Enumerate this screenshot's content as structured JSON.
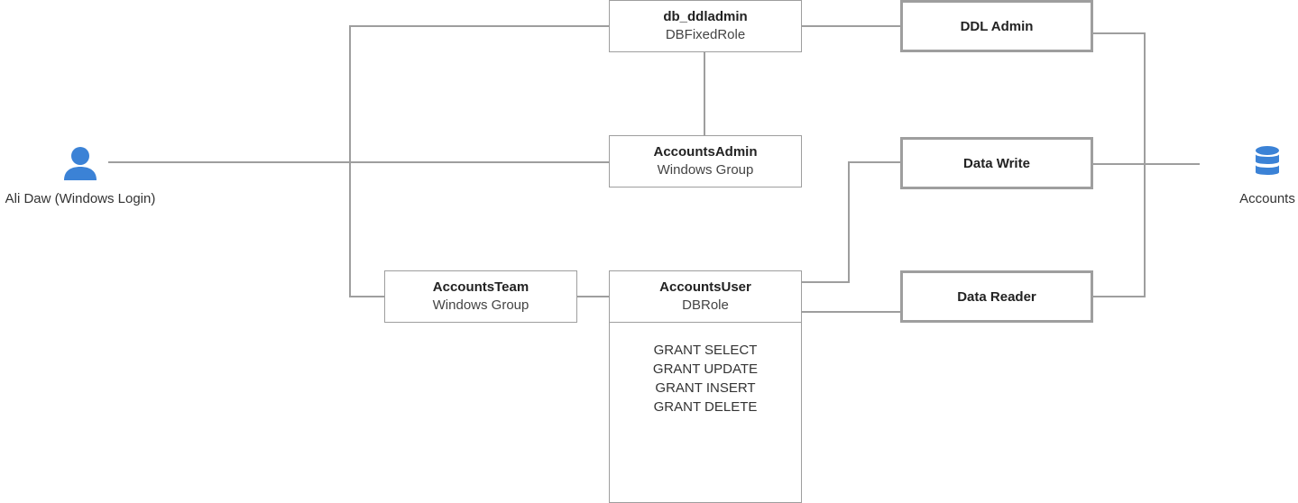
{
  "user": {
    "label": "Ali Daw (Windows Login)",
    "icon": "person-icon"
  },
  "database": {
    "label": "Accounts",
    "icon": "database-icon"
  },
  "nodes": {
    "db_ddladmin": {
      "title": "db_ddladmin",
      "sub": "DBFixedRole"
    },
    "accounts_admin": {
      "title": "AccountsAdmin",
      "sub": "Windows Group"
    },
    "accounts_team": {
      "title": "AccountsTeam",
      "sub": "Windows Group"
    },
    "accounts_user": {
      "title": "AccountsUser",
      "sub": "DBRole"
    }
  },
  "grants": [
    "GRANT SELECT",
    "GRANT UPDATE",
    "GRANT INSERT",
    "GRANT DELETE"
  ],
  "roles": {
    "ddl_admin": "DDL Admin",
    "data_write": "Data Write",
    "data_reader": "Data Reader"
  },
  "colors": {
    "line": "#9e9e9e",
    "icon": "#3b82d6"
  }
}
